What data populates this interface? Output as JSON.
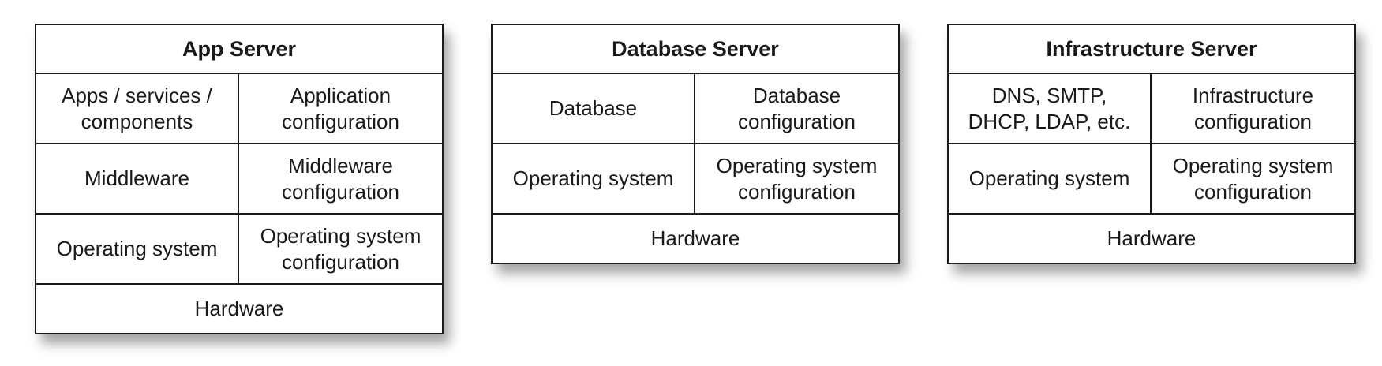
{
  "servers": {
    "app": {
      "title": "App Server",
      "rows": [
        {
          "left": "Apps / services /\ncomponents",
          "right": "Application\nconfiguration"
        },
        {
          "left": "Middleware",
          "right": "Middleware\nconfiguration"
        },
        {
          "left": "Operating system",
          "right": "Operating system\nconfiguration"
        }
      ],
      "hardware": "Hardware"
    },
    "db": {
      "title": "Database Server",
      "rows": [
        {
          "left": "Database",
          "right": "Database\nconfiguration"
        },
        {
          "left": "Operating system",
          "right": "Operating system\nconfiguration"
        }
      ],
      "hardware": "Hardware"
    },
    "infra": {
      "title": "Infrastructure Server",
      "rows": [
        {
          "left": "DNS, SMTP,\nDHCP, LDAP, etc.",
          "right": "Infrastructure\nconfiguration"
        },
        {
          "left": "Operating system",
          "right": "Operating system\nconfiguration"
        }
      ],
      "hardware": "Hardware"
    }
  }
}
